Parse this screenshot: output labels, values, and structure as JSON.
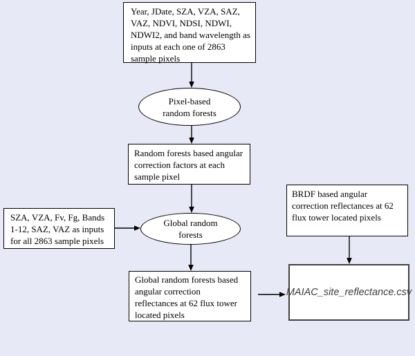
{
  "canvas": {
    "background_color": "#e7eaf6",
    "node_fill": "#ffffff",
    "node_border_color": "#000000",
    "maiac_border_color": "#404040",
    "maiac_text_color": "#3d3d3d",
    "arrow_color": "#000000"
  },
  "diagram": {
    "type": "flowchart",
    "nodes": {
      "pixel_inputs": {
        "shape": "rect",
        "lines": [
          "Year, JDate, SZA, VZA, SAZ,",
          "VAZ, NDVI, NDSI, NDWI,",
          "NDWI2, and band wavelength as",
          "inputs at each one of 2863",
          "sample pixels"
        ]
      },
      "pixel_rf": {
        "shape": "ellipse",
        "lines": [
          "Pixel-based",
          "random forests"
        ]
      },
      "rf_factors": {
        "shape": "rect",
        "lines": [
          "Random forests based angular",
          "correction factors at each",
          "sample pixel"
        ]
      },
      "global_inputs": {
        "shape": "rect",
        "lines": [
          "SZA, VZA, Fv, Fg, Bands",
          "1-12, SAZ, VAZ as inputs",
          "for all 2863 sample pixels"
        ]
      },
      "global_rf": {
        "shape": "ellipse",
        "lines": [
          "Global random",
          "forests"
        ]
      },
      "brdf": {
        "shape": "rect",
        "lines": [
          "BRDF based angular",
          "correction reflectances at 62",
          "flux tower located pixels"
        ]
      },
      "global_output": {
        "shape": "rect",
        "lines": [
          "Global random forests based",
          "angular correction",
          "reflectances at 62 flux tower",
          "located pixels"
        ]
      },
      "maiac": {
        "shape": "rect",
        "text": "MAIAC_site_reflectance.csv"
      }
    },
    "edges": [
      {
        "from": "pixel_inputs",
        "to": "pixel_rf"
      },
      {
        "from": "pixel_rf",
        "to": "rf_factors"
      },
      {
        "from": "rf_factors",
        "to": "global_rf"
      },
      {
        "from": "global_inputs",
        "to": "global_rf"
      },
      {
        "from": "global_rf",
        "to": "global_output"
      },
      {
        "from": "brdf",
        "to": "maiac"
      },
      {
        "from": "global_output",
        "to": "maiac"
      }
    ]
  }
}
